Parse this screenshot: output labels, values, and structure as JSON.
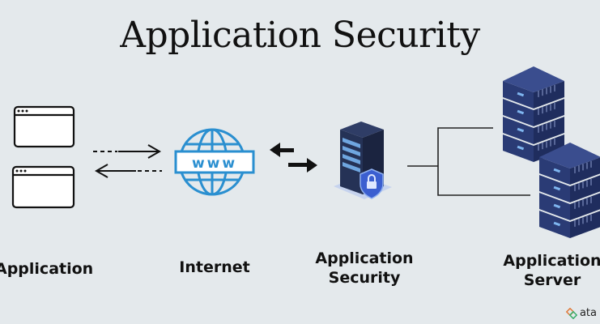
{
  "title": "Application Security",
  "nodes": [
    {
      "id": "application",
      "label": "Application",
      "icon": "browser-window-icon"
    },
    {
      "id": "internet",
      "label": "Internet",
      "icon": "www-globe-icon",
      "icon_text": "www"
    },
    {
      "id": "app_security",
      "label_line1": "Application",
      "label_line2": "Security",
      "icon": "shielded-server-icon"
    },
    {
      "id": "app_server",
      "label_line1": "Application",
      "label_line2": "Server",
      "icon": "server-stack-icon"
    }
  ],
  "watermark": "ata",
  "colors": {
    "background": "#e4e9ec",
    "globe": "#2a8fd0",
    "server": "#2d3f7a",
    "shield": "#3b5fd0"
  }
}
